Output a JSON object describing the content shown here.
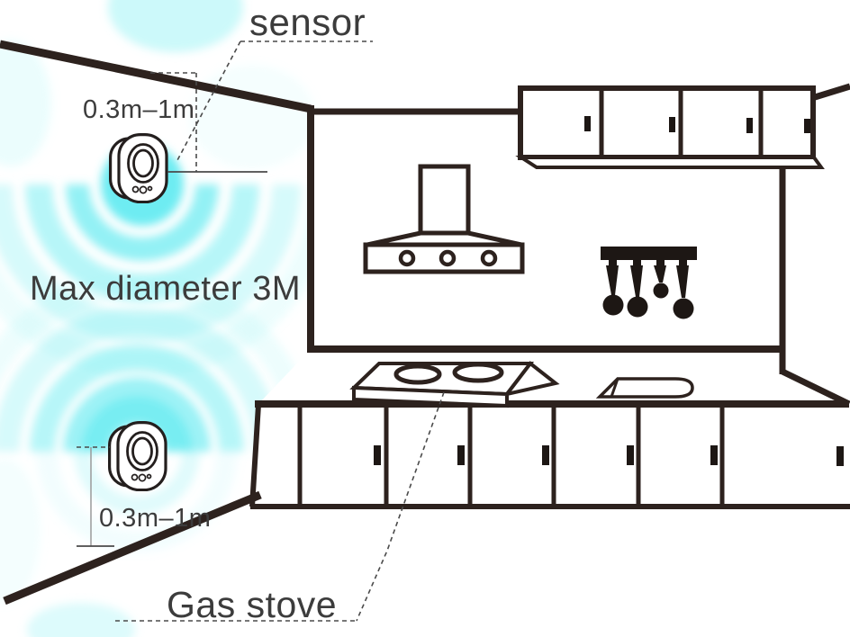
{
  "diagram": {
    "sensor_label": "sensor",
    "top_distance_label": "0.3m–1m",
    "max_diameter_label": "Max diameter 3M",
    "bottom_distance_label": "0.3m–1m",
    "gas_stove_label": "Gas stove"
  },
  "colors": {
    "line_ink": "#2d221e",
    "label_text": "#3c3c3c",
    "accent_cyan_bright": "#3fe6ed",
    "accent_cyan_mid": "#5febf0",
    "accent_cyan_pale": "#a6f3f6",
    "background": "#ffffff"
  }
}
